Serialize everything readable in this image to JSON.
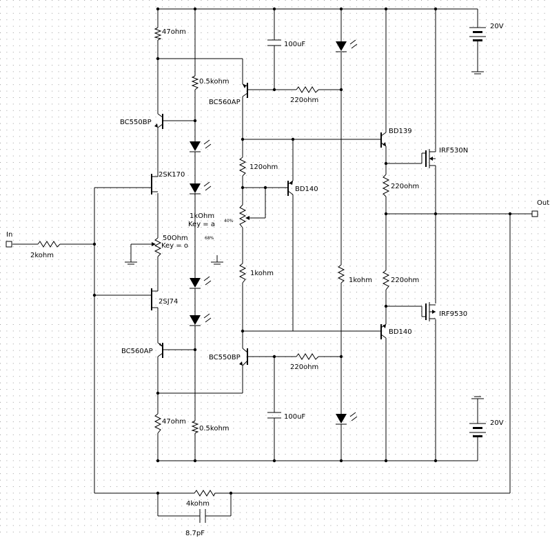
{
  "labels": {
    "in": "In",
    "out": "Out",
    "r_in": "2kohm",
    "r_top_left": "47ohm",
    "r_bot_left": "47ohm",
    "r_top_mid": "0.5kohm",
    "r_bot_mid": "0.5kohm",
    "c_top": "100uF",
    "c_bot": "100uF",
    "bat_top": "20V",
    "bat_bot": "20V",
    "q_bc550_top": "BC550BP",
    "q_bc560_top": "BC560AP",
    "q_2sk170": "2SK170",
    "q_2sj74": "2SJ74",
    "q_bc560_bot": "BC560AP",
    "q_bc550_bot": "BC550BP",
    "r_220_top": "220ohm",
    "r_220_bot": "220ohm",
    "r_120": "120ohm",
    "r_1k_mid": "1kohm",
    "r_1k_right": "1kohm",
    "pot_1k": "1kOhm",
    "pot_1k_key": "Key = a",
    "pot_50": "50Ohm",
    "pot_50_key": "Key = o",
    "q_bd140_mid": "BD140",
    "q_bd139": "BD139",
    "q_bd140_bot": "BD140",
    "q_irf530": "IRF530N",
    "q_irf9530": "IRF9530",
    "r_220_rt": "220ohm",
    "r_220_rb": "220ohm",
    "r_fb": "4kohm",
    "c_fb": "8.7pF",
    "pct_a": "40%",
    "pct_b": "68%"
  }
}
